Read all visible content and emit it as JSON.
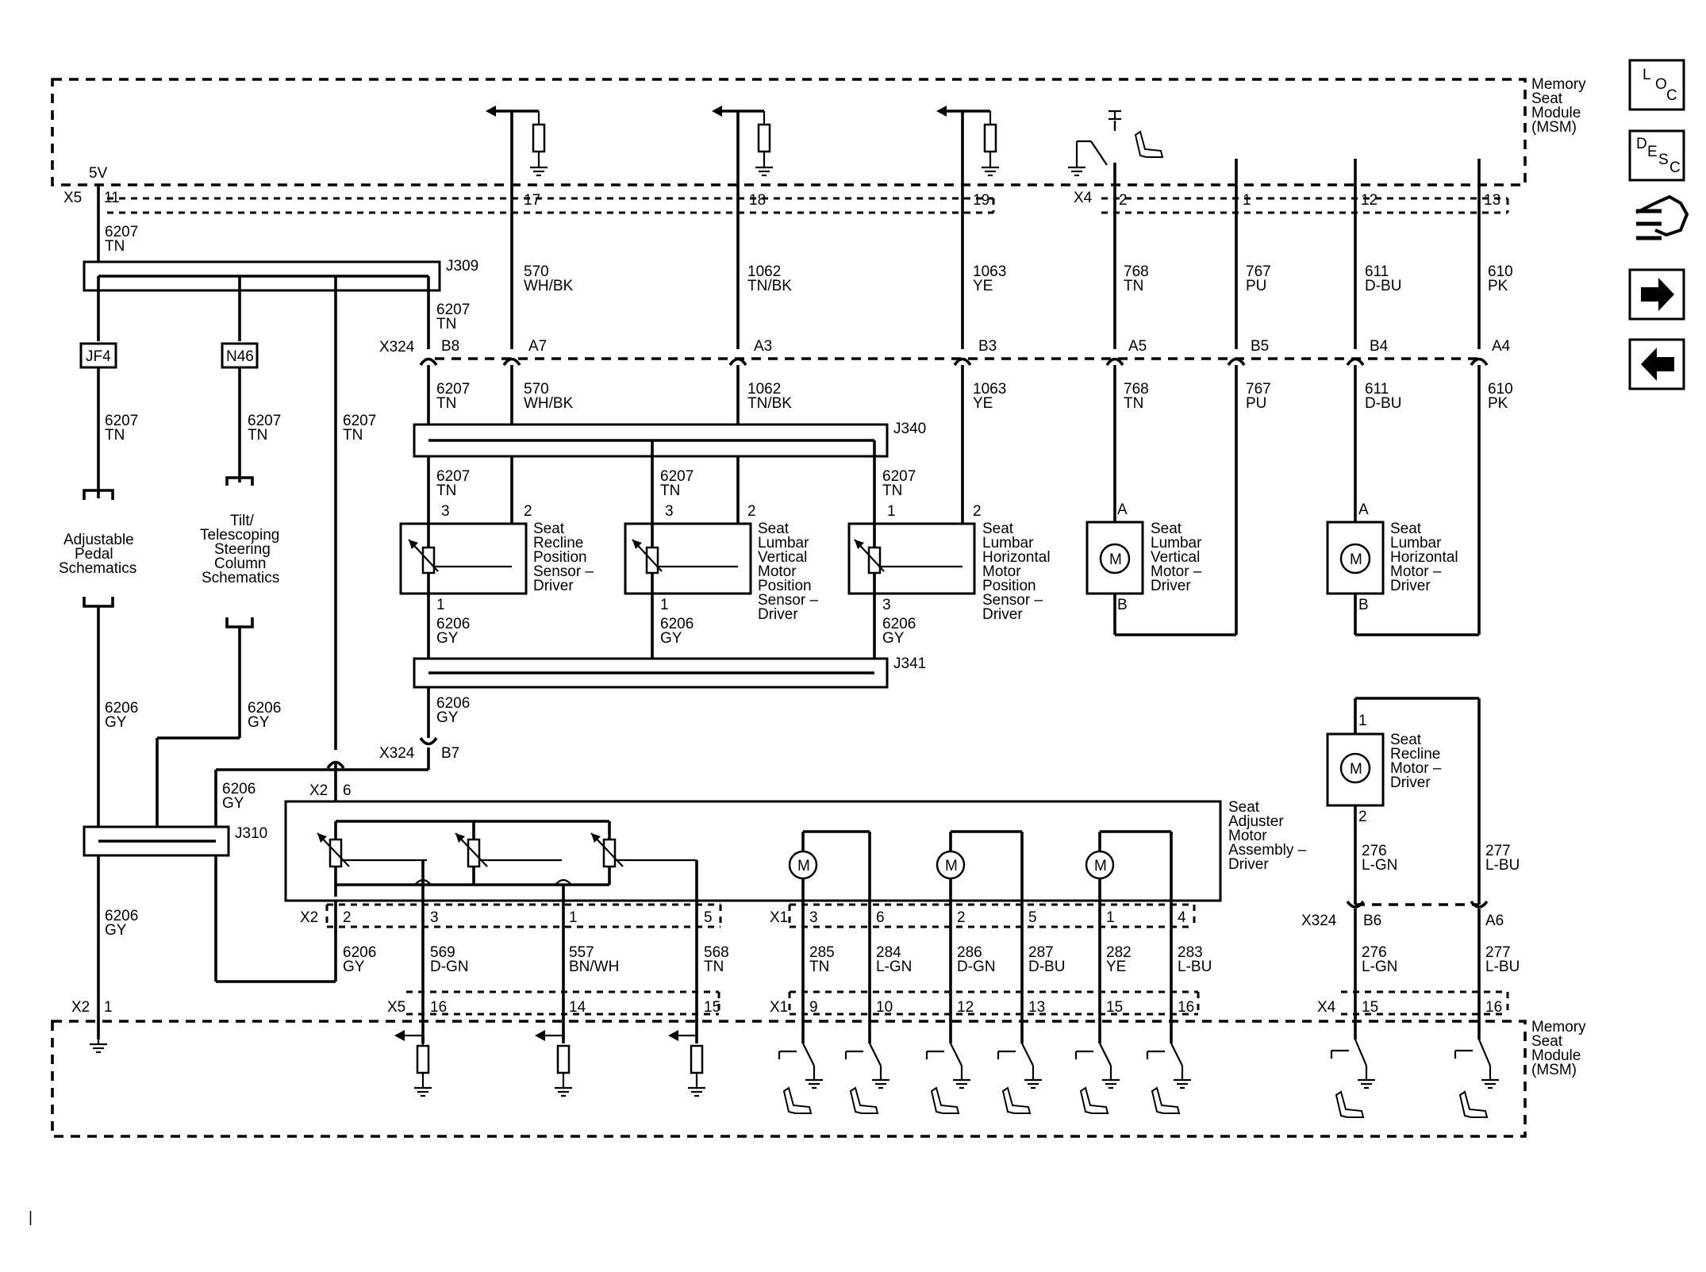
{
  "module": {
    "lines": [
      "Memory",
      "Seat",
      "Module",
      "(MSM)"
    ]
  },
  "nav": {
    "loc": [
      "L",
      "O",
      "C"
    ],
    "desc": [
      "D",
      "E",
      "S",
      "C"
    ],
    "next": "➜",
    "prev": "⬅"
  },
  "icons": [
    "loc-icon",
    "desc-icon",
    "connector-icon",
    "arrow-right-icon",
    "arrow-left-icon",
    "ground-icon",
    "motor-icon",
    "potentiometer-icon",
    "seat-icon"
  ],
  "top_connectors": {
    "x5": "X5",
    "x5_pin": "11",
    "v5": "5V",
    "x4": "X4",
    "pins": [
      "17",
      "18",
      "19",
      "2",
      "1",
      "12",
      "13"
    ]
  },
  "wires_top": [
    {
      "num": "6207",
      "color": "TN"
    },
    {
      "num": "570",
      "color": "WH/BK"
    },
    {
      "num": "1062",
      "color": "TN/BK"
    },
    {
      "num": "1063",
      "color": "YE"
    },
    {
      "num": "768",
      "color": "TN"
    },
    {
      "num": "767",
      "color": "PU"
    },
    {
      "num": "611",
      "color": "D-BU"
    },
    {
      "num": "610",
      "color": "PK"
    }
  ],
  "x324": {
    "label": "X324",
    "pins_top": [
      "B8",
      "A7",
      "A3",
      "B3",
      "A5",
      "B5",
      "B4",
      "A4"
    ],
    "pin_b7": "B7",
    "pins_right": [
      "B6",
      "A6"
    ]
  },
  "splices": [
    "J309",
    "J340",
    "J341",
    "J310"
  ],
  "inline": [
    "JF4",
    "N46"
  ],
  "refs": {
    "pedal": [
      "Adjustable",
      "Pedal",
      "Schematics"
    ],
    "tilt": [
      "Tilt/",
      "Telescoping",
      "Steering",
      "Column",
      "Schematics"
    ]
  },
  "sensors": [
    {
      "name": [
        "Seat",
        "Recline",
        "Position",
        "Sensor –",
        "Driver"
      ],
      "pin_top_left": "3",
      "pin_top_right": "2",
      "pin_bottom": "1"
    },
    {
      "name": [
        "Seat",
        "Lumbar",
        "Vertical",
        "Motor",
        "Position",
        "Sensor –",
        "Driver"
      ],
      "pin_top_left": "3",
      "pin_top_right": "2",
      "pin_bottom": "1"
    },
    {
      "name": [
        "Seat",
        "Lumbar",
        "Horizontal",
        "Motor",
        "Position",
        "Sensor –",
        "Driver"
      ],
      "pin_top_left": "1",
      "pin_top_right": "2",
      "pin_bottom": "3"
    }
  ],
  "gy_wire": {
    "num": "6206",
    "color": "GY"
  },
  "lumbar_motors": [
    {
      "name": [
        "Seat",
        "Lumbar",
        "Vertical",
        "Motor –",
        "Driver"
      ],
      "pin_a": "A",
      "pin_b": "B",
      "symbol": "M"
    },
    {
      "name": [
        "Seat",
        "Lumbar",
        "Horizontal",
        "Motor –",
        "Driver"
      ],
      "pin_a": "A",
      "pin_b": "B",
      "symbol": "M"
    }
  ],
  "recline_motor": {
    "name": [
      "Seat",
      "Recline",
      "Motor –",
      "Driver"
    ],
    "pin_1": "1",
    "pin_2": "2",
    "symbol": "M"
  },
  "adjuster": {
    "name": [
      "Seat",
      "Adjuster",
      "Motor",
      "Assembly –",
      "Driver"
    ],
    "x2": "X2",
    "x2_top_pin": "6",
    "x2_pins": [
      "2",
      "3",
      "1",
      "5"
    ],
    "x1": "X1",
    "x1_pins": [
      "3",
      "6",
      "2",
      "5",
      "1",
      "4"
    ]
  },
  "wires_bottom": [
    {
      "num": "6206",
      "color": "GY"
    },
    {
      "num": "569",
      "color": "D-GN"
    },
    {
      "num": "557",
      "color": "BN/WH"
    },
    {
      "num": "568",
      "color": "TN"
    },
    {
      "num": "285",
      "color": "TN"
    },
    {
      "num": "284",
      "color": "L-GN"
    },
    {
      "num": "286",
      "color": "D-GN"
    },
    {
      "num": "287",
      "color": "D-BU"
    },
    {
      "num": "282",
      "color": "YE"
    },
    {
      "num": "283",
      "color": "L-BU"
    },
    {
      "num": "276",
      "color": "L-GN"
    },
    {
      "num": "277",
      "color": "L-BU"
    }
  ],
  "bottom_connectors": {
    "x2": "X2",
    "x2_pin": "1",
    "x5": "X5",
    "x5_pins": [
      "16",
      "14",
      "15"
    ],
    "x1": "X1",
    "x1_pins": [
      "9",
      "10",
      "12",
      "13",
      "15",
      "16"
    ],
    "x4": "X4",
    "x4_pins": [
      "15",
      "16"
    ]
  },
  "page_marker": "|"
}
